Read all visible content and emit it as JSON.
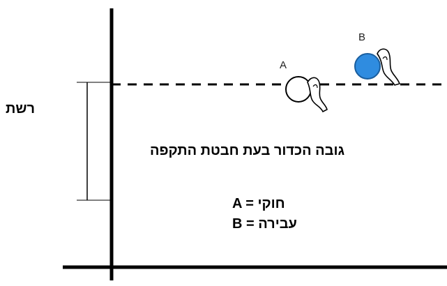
{
  "labels": {
    "net": "רשת",
    "ball_height_attack": "גובה הכדור בעת חבטת התקפה",
    "legend_a": "A = חוקי",
    "legend_b": "B = עבירה"
  },
  "balls": {
    "a": {
      "letter": "A",
      "fill": "#ffffff",
      "meaning": "חוקי"
    },
    "b": {
      "letter": "B",
      "fill": "#2f8ce0",
      "meaning": "עבירה"
    }
  },
  "colors": {
    "lines": "#000000",
    "ball_b": "#2f8ce0"
  }
}
